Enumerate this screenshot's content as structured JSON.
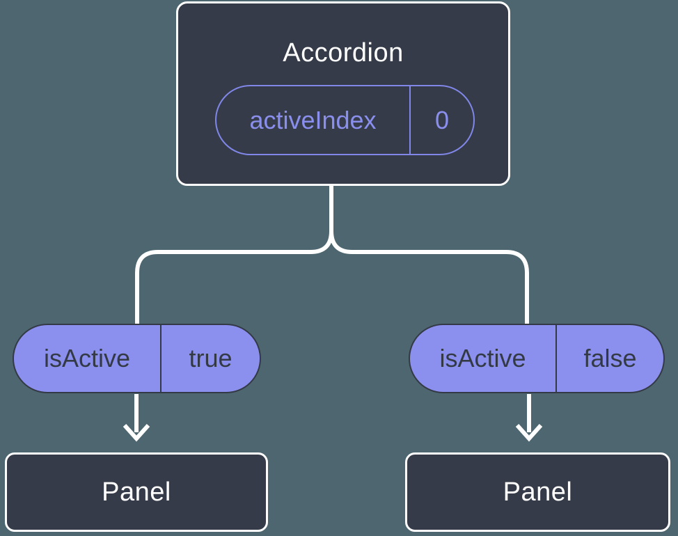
{
  "diagram": {
    "root": {
      "title": "Accordion",
      "prop": {
        "name": "activeIndex",
        "value": "0"
      }
    },
    "branches": [
      {
        "state": {
          "name": "isActive",
          "value": "true"
        },
        "child": {
          "title": "Panel"
        }
      },
      {
        "state": {
          "name": "isActive",
          "value": "false"
        },
        "child": {
          "title": "Panel"
        }
      }
    ]
  },
  "colors": {
    "background": "#4d6670",
    "node-fill": "#353b48",
    "node-border": "#ffffff",
    "node-text": "#ffffff",
    "prop-pill-stroke": "#8187e8",
    "prop-pill-text": "#8a8fee",
    "state-pill-fill": "#8b90ee",
    "state-pill-border": "#333a45",
    "state-pill-text": "#333a45",
    "connector": "#ffffff"
  }
}
